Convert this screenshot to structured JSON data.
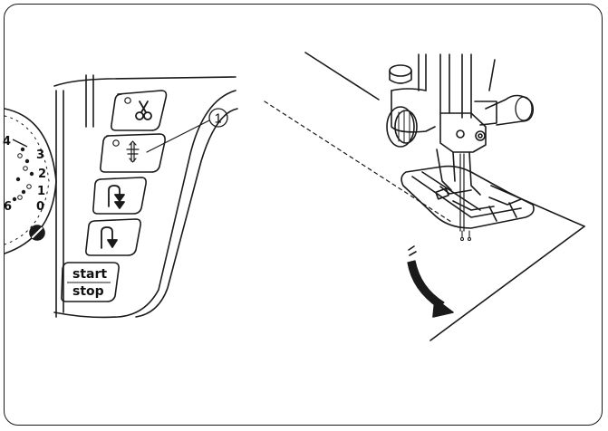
{
  "dial": {
    "numbers": [
      "4",
      "3",
      "2",
      "1",
      "0",
      "6"
    ]
  },
  "buttons": {
    "start_label": "start",
    "stop_label": "stop"
  },
  "callout": {
    "number": "1"
  },
  "colors": {
    "ink": "#1a1a1a",
    "background": "#ffffff"
  },
  "icons": {
    "thread_cutter": "scissors-icon",
    "needle_up_down": "needle-icon",
    "reverse": "reverse-arrow-icon",
    "lock_stitch": "lock-arrow-icon",
    "knob": "knob-icon",
    "direction": "curved-arrow-icon"
  }
}
